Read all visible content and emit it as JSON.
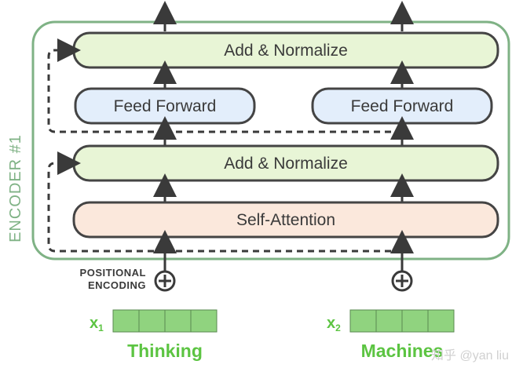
{
  "encoder": {
    "side_label": "ENCODER #1",
    "add_normalize_top": "Add & Normalize",
    "feed_forward_left": "Feed Forward",
    "feed_forward_right": "Feed Forward",
    "add_normalize_bottom": "Add & Normalize",
    "self_attention": "Self-Attention"
  },
  "positional": {
    "line1": "POSITIONAL",
    "line2": "ENCODING"
  },
  "inputs": [
    {
      "x_label": "x",
      "x_sub": "1",
      "word": "Thinking"
    },
    {
      "x_label": "x",
      "x_sub": "2",
      "word": "Machines"
    }
  ],
  "watermark": "知乎 @yan liu",
  "colors": {
    "encoder_border": "#7fb285",
    "add_norm_fill": "#e8f5d6",
    "feed_forward_fill": "#e3eefb",
    "self_attention_fill": "#fbe8dc",
    "box_stroke": "#444444",
    "embedding_fill": "#90d37f",
    "text_green": "#5cc442"
  }
}
